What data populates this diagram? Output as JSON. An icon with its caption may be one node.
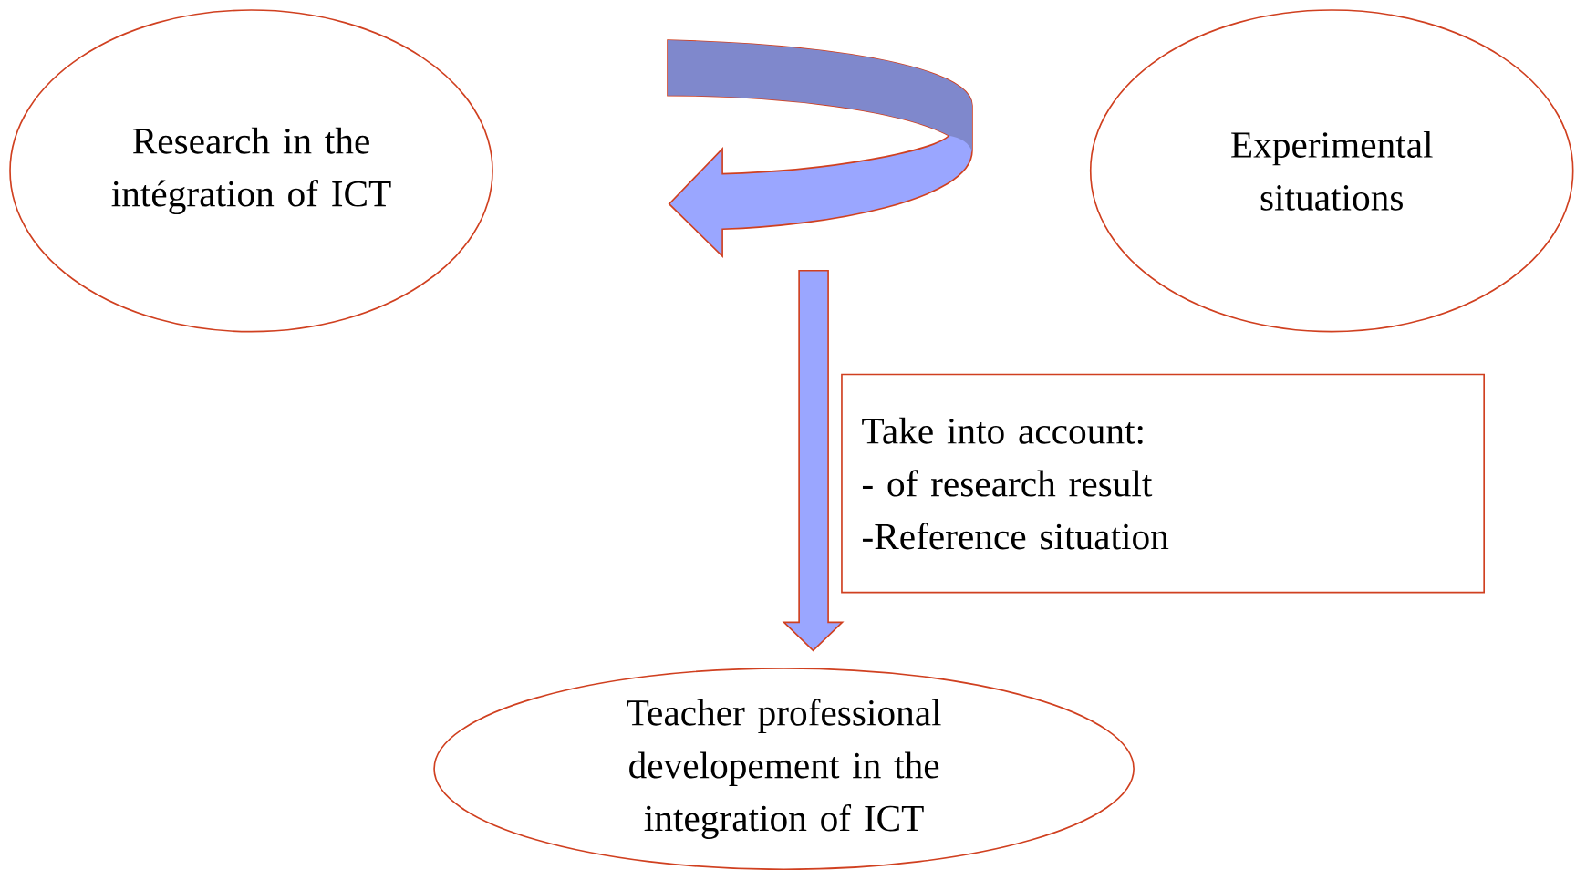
{
  "diagram": {
    "nodes": [
      {
        "text": [
          "Research in the intégration of ICT"
        ]
      },
      {
        "text": [
          "Experimental situations"
        ]
      },
      {
        "text": [
          "Take into account:",
          "- of research result",
          "-Reference situation"
        ]
      },
      {
        "text": [
          "Teacher professional developement in the integration of ICT"
        ]
      }
    ],
    "edges": [
      {
        "from": 1,
        "to": 0,
        "arrow": "to"
      },
      {
        "from": null,
        "to": 3,
        "arrow": "to"
      }
    ]
  }
}
